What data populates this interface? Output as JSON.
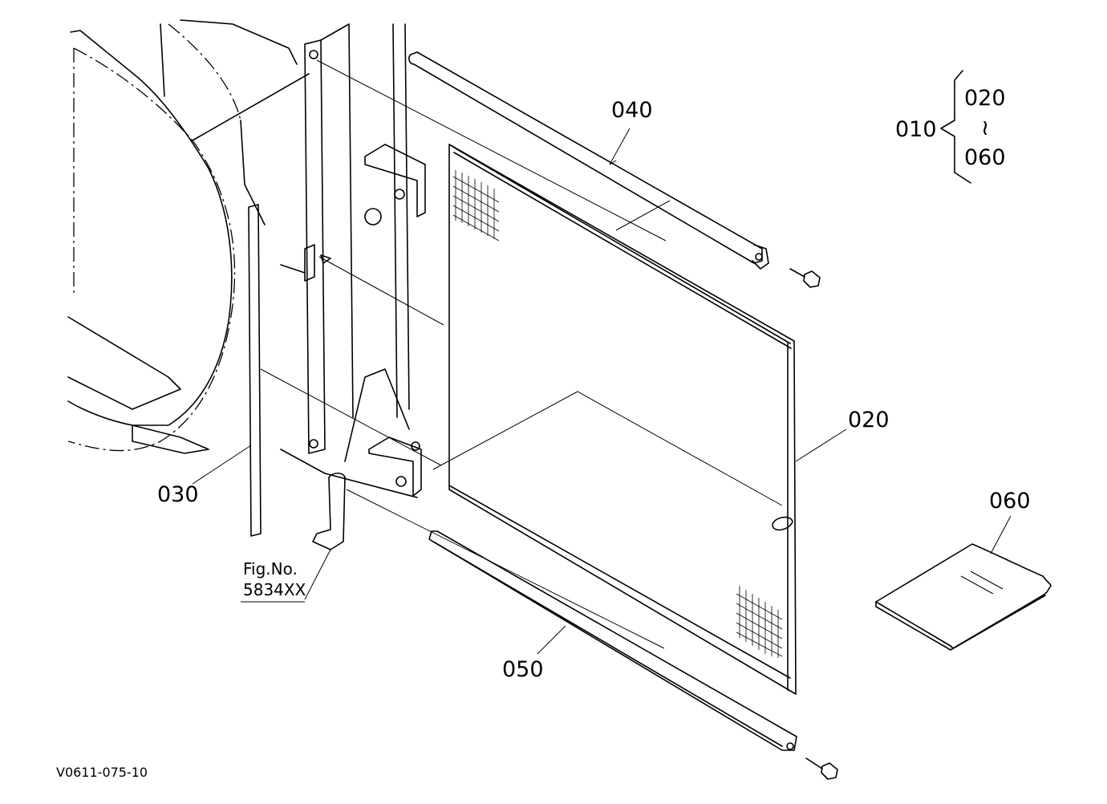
{
  "labels": {
    "assembly": "010",
    "range_start": "020",
    "range_sep": "≀",
    "range_end": "060",
    "p020": "020",
    "p030": "030",
    "p040": "040",
    "p050": "050",
    "p060": "060",
    "fig_ref_line1": "Fig.No.",
    "fig_ref_line2": "5834XX",
    "drawing_code": "V0611-075-10"
  }
}
